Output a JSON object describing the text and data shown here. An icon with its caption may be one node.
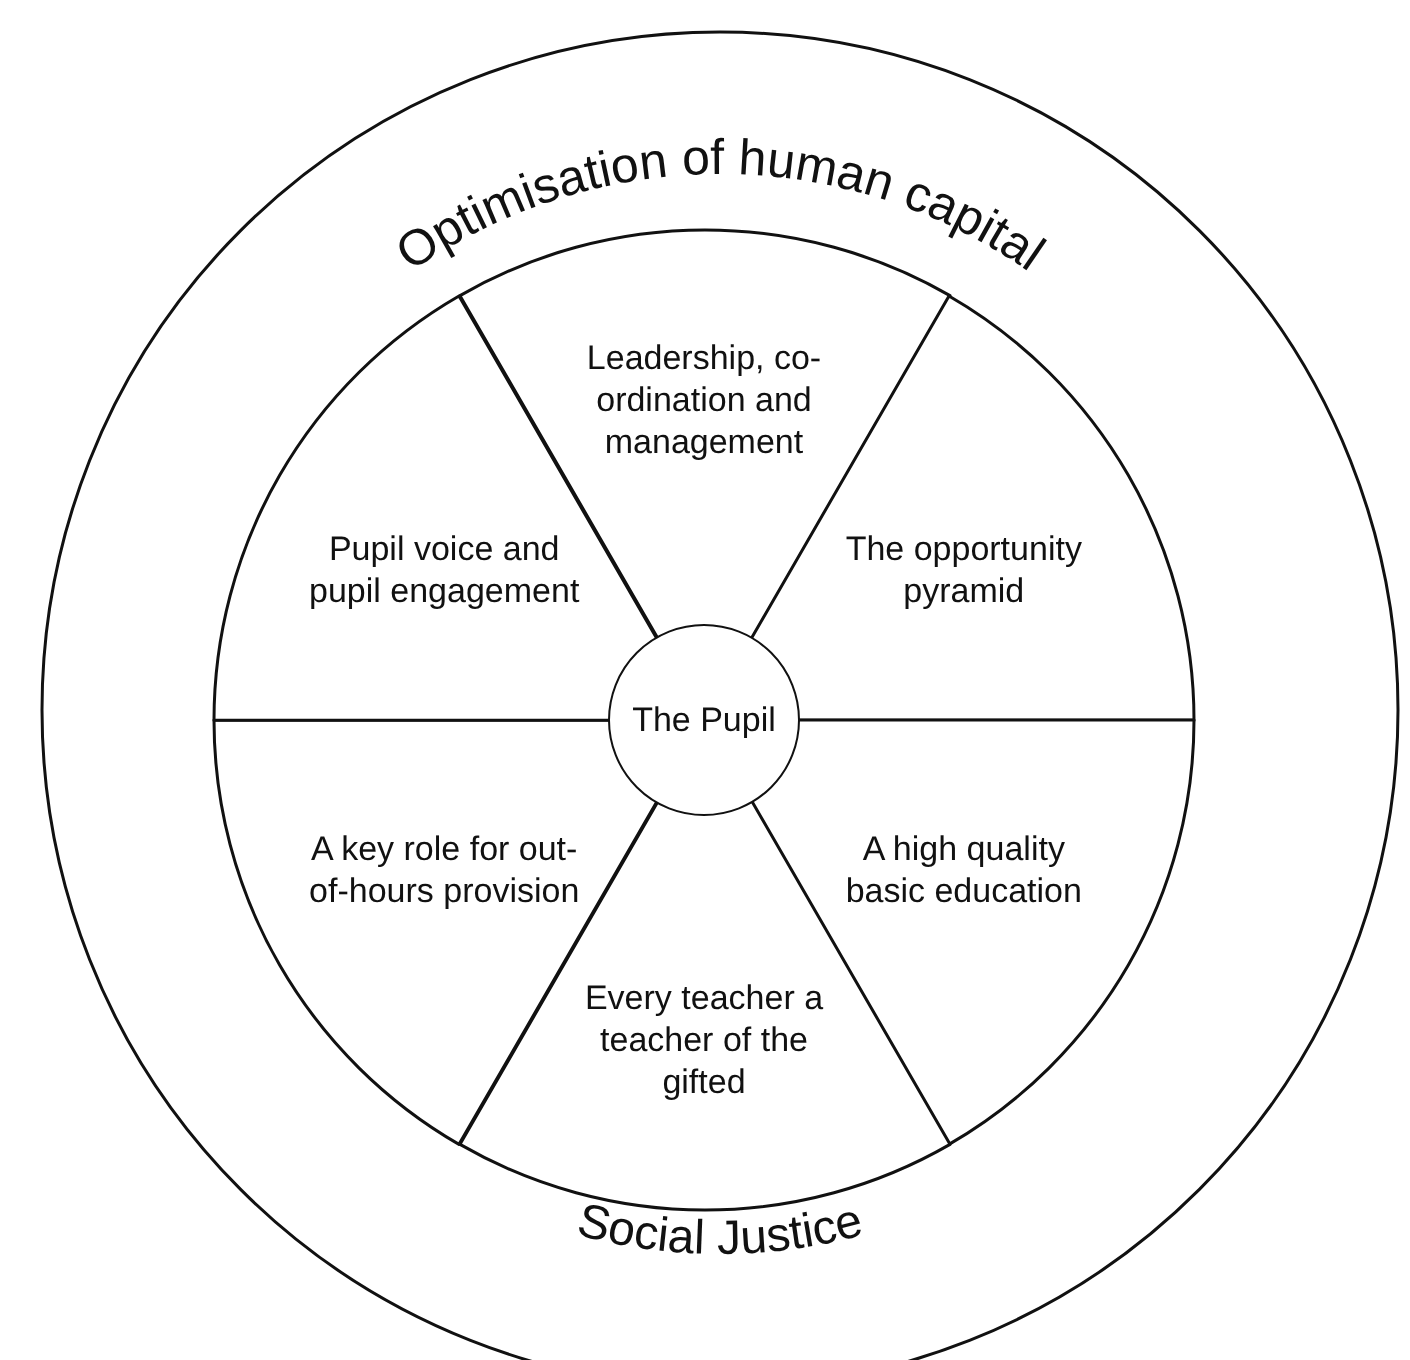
{
  "diagram": {
    "nodes": [
      {
        "text": [
          "Optimisation of human capital",
          "Social Justice"
        ]
      },
      {
        "text": [
          "The Pupil"
        ],
        "in": 0
      },
      {
        "text": [
          "Leadership, co-ordination and management"
        ],
        "in": 0
      },
      {
        "text": [
          "The opportunity pyramid"
        ],
        "in": 0
      },
      {
        "text": [
          "A high quality basic education"
        ],
        "in": 0
      },
      {
        "text": [
          "Every teacher a teacher of the gifted"
        ],
        "in": 0
      },
      {
        "text": [
          "A key role for out-of-hours provision"
        ],
        "in": 0
      },
      {
        "text": [
          "Pupil voice and pupil engagement"
        ],
        "in": 0
      }
    ]
  }
}
